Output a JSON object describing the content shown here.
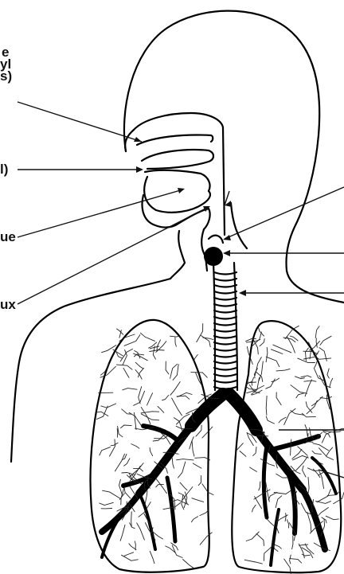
{
  "labels": {
    "nasal_cavity": [
      "e",
      "yl",
      "s)"
    ],
    "oral_cavity": "l)",
    "tongue": "ue",
    "larynx": "ux"
  },
  "colors": {
    "ink": "#000000",
    "paper": "#ffffff"
  }
}
